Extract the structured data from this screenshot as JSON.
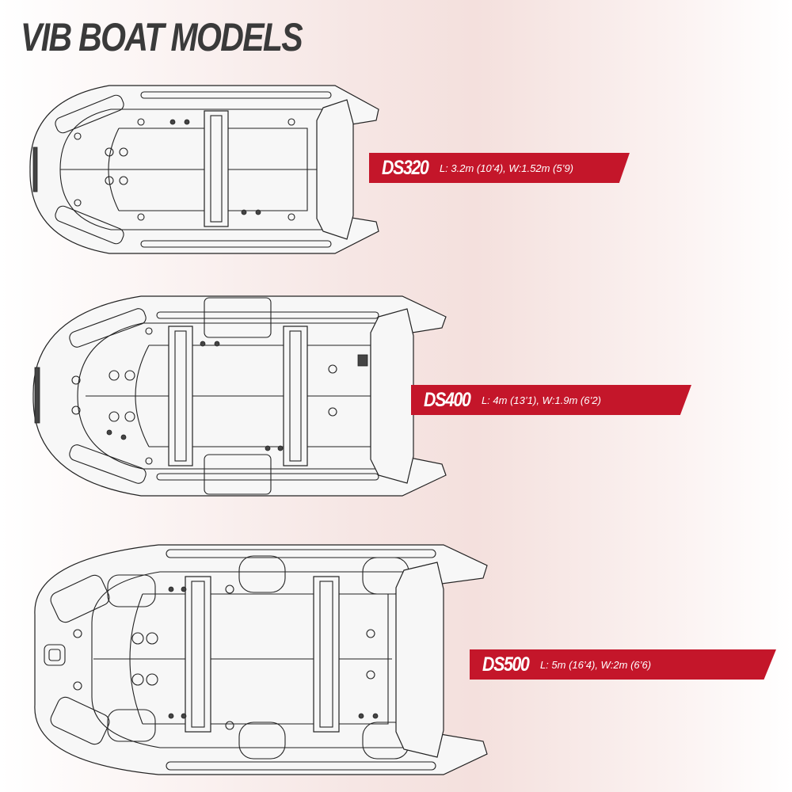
{
  "title": "VIB BOAT MODELS",
  "colors": {
    "accent": "#c4162a",
    "title": "#3a3a3a",
    "line": "#222222",
    "hull": "#f7f7f7"
  },
  "models": [
    {
      "name": "DS320",
      "dims": "L: 3.2m (10’4), W:1.52m (5’9)"
    },
    {
      "name": "DS400",
      "dims": "L: 4m (13’1), W:1.9m (6’2)"
    },
    {
      "name": "DS500",
      "dims": "L: 5m (16’4), W:2m (6’6)"
    }
  ]
}
